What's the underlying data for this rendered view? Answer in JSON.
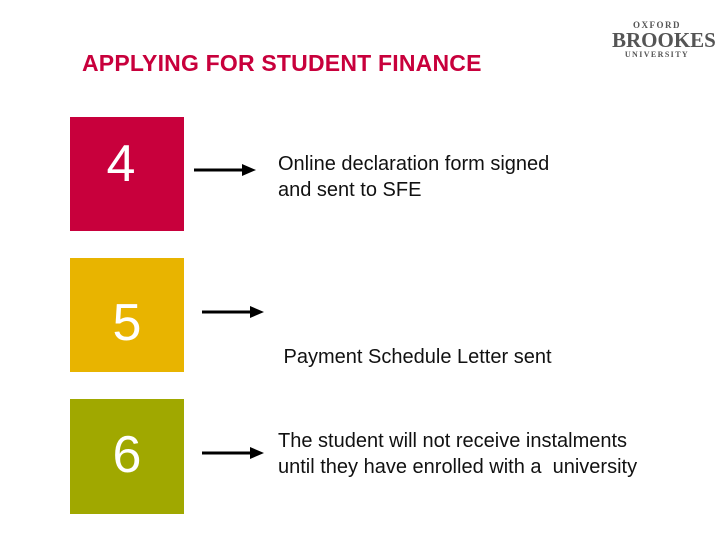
{
  "header": {
    "title": "APPLYING FOR STUDENT FINANCE",
    "logo": {
      "line1": "OXFORD",
      "line2": "BROOKES",
      "line3": "UNIVERSITY"
    }
  },
  "steps": [
    {
      "number": "4",
      "color": "#c8003c",
      "line1": "Online declaration form signed",
      "line2": "and sent to SFE"
    },
    {
      "number": "5",
      "color": "#e8b400",
      "line1": " Payment Schedule Letter sent",
      "line2": ""
    },
    {
      "number": "6",
      "color": "#a0a800",
      "line1": "The student will not receive instalments",
      "line2": "until they have enrolled with a  university"
    }
  ]
}
